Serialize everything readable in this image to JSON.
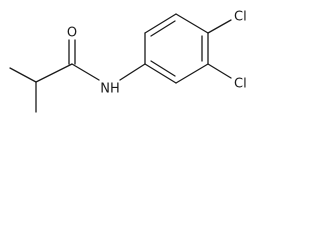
{
  "molecule": {
    "atoms": {
      "oxygen": "O",
      "nitrogen": "NH",
      "chlorine_para": "Cl",
      "chlorine_meta": "Cl"
    }
  }
}
